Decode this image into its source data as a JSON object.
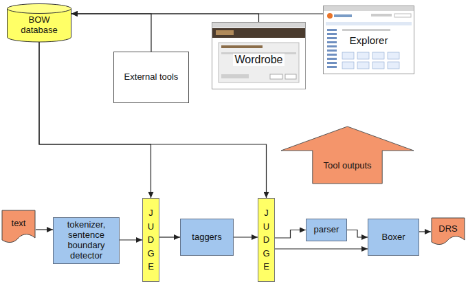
{
  "diagram": {
    "nodes": [
      {
        "text": [
          "BOW database"
        ]
      },
      {
        "text": [
          "External tools"
        ]
      },
      {
        "text": [
          "Wordrobe"
        ]
      },
      {
        "text": [
          "Explorer"
        ]
      },
      {
        "text": [
          "Tool outputs"
        ]
      },
      {
        "text": [
          "text"
        ]
      },
      {
        "text": [
          "tokenizer, sentence boundary detector"
        ]
      },
      {
        "text": [
          "JUDGE"
        ]
      },
      {
        "text": [
          "taggers"
        ]
      },
      {
        "text": [
          "JUDGE"
        ]
      },
      {
        "text": [
          "parser"
        ]
      },
      {
        "text": [
          "Boxer"
        ]
      },
      {
        "text": [
          "DRS"
        ]
      }
    ],
    "edges": [
      {
        "from": 1,
        "to": 0,
        "arrow": "to"
      },
      {
        "from": 2,
        "to": 0,
        "arrow": "to"
      },
      {
        "from": 3,
        "to": 0,
        "arrow": "to"
      },
      {
        "from": 0,
        "to": 7,
        "arrow": "to"
      },
      {
        "from": 0,
        "to": 9,
        "arrow": "to"
      },
      {
        "from": 5,
        "to": 6,
        "arrow": "to"
      },
      {
        "from": 6,
        "to": 7,
        "arrow": "to"
      },
      {
        "from": 7,
        "to": 8,
        "arrow": "to"
      },
      {
        "from": 8,
        "to": 9,
        "arrow": "to"
      },
      {
        "from": 9,
        "to": 10,
        "arrow": "to"
      },
      {
        "from": 9,
        "to": 11,
        "arrow": "to"
      },
      {
        "from": 10,
        "to": 11,
        "arrow": "to"
      },
      {
        "from": 11,
        "to": 12,
        "arrow": "to"
      }
    ]
  }
}
